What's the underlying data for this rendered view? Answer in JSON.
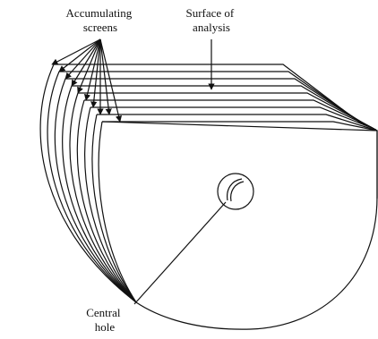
{
  "labels": {
    "accumulating_screens": [
      "Accumulating",
      "screens"
    ],
    "surface_of_analysis": [
      "Surface of",
      "analysis"
    ],
    "central_hole": [
      "Central",
      "hole"
    ]
  }
}
